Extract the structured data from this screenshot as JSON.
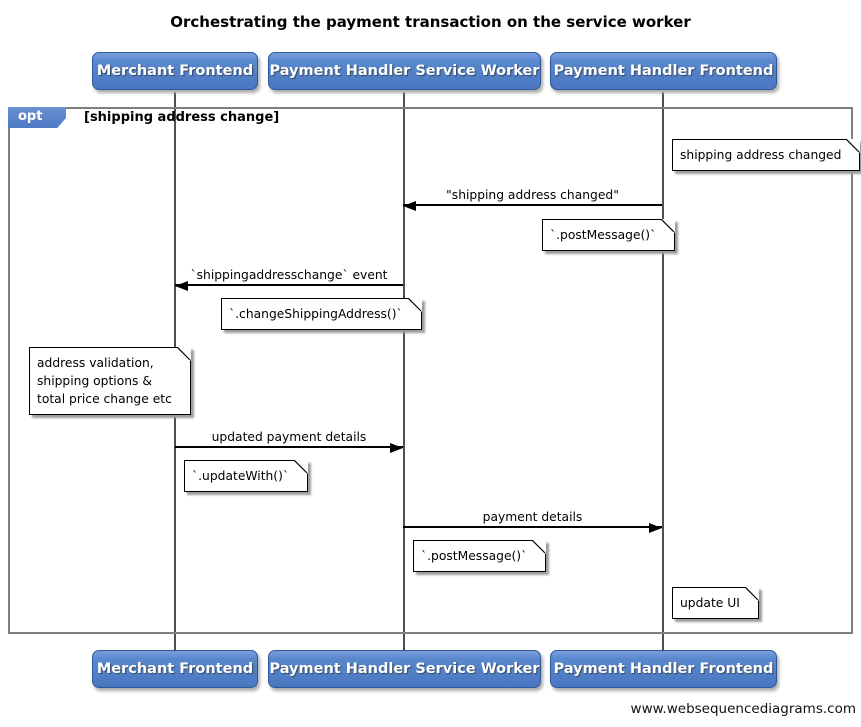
{
  "title": "Orchestrating the payment transaction on the service worker",
  "actors": [
    {
      "id": "merchant-frontend",
      "label": "Merchant Frontend"
    },
    {
      "id": "payment-handler-service-worker",
      "label": "Payment Handler Service Worker"
    },
    {
      "id": "payment-handler-frontend",
      "label": "Payment Handler Frontend"
    }
  ],
  "fragment": {
    "operator": "opt",
    "guard": "[shipping address change]"
  },
  "messages": [
    {
      "label": "\"shipping address changed\"",
      "from": "Payment Handler Frontend",
      "to": "Payment Handler Service Worker",
      "direction": "left"
    },
    {
      "label": "`shippingaddresschange` event",
      "from": "Payment Handler Service Worker",
      "to": "Merchant Frontend",
      "direction": "left"
    },
    {
      "label": "updated payment details",
      "from": "Merchant Frontend",
      "to": "Payment Handler Service Worker",
      "direction": "right"
    },
    {
      "label": "payment details",
      "from": "Payment Handler Service Worker",
      "to": "Payment Handler Frontend",
      "direction": "right"
    }
  ],
  "notes": [
    {
      "text": "shipping address changed",
      "anchor": "Payment Handler Frontend"
    },
    {
      "text": "`.postMessage()`",
      "anchor": "Payment Handler Frontend"
    },
    {
      "text": "`.changeShippingAddress()`",
      "anchor": "Payment Handler Service Worker"
    },
    {
      "lines": [
        "address validation,",
        "shipping options &",
        "total price change etc"
      ],
      "anchor": "Merchant Frontend"
    },
    {
      "text": "`.updateWith()`",
      "anchor": "Merchant Frontend"
    },
    {
      "text": "`.postMessage()`",
      "anchor": "Payment Handler Service Worker"
    },
    {
      "text": "update UI",
      "anchor": "Payment Handler Frontend"
    }
  ],
  "watermark": "www.websequencediagrams.com",
  "colors": {
    "actor_blue": "#4d7ac4",
    "actor_border": "#2d5899",
    "frame_border": "#7f7f7f",
    "lifeline_gray": "#4f4f4f",
    "arrow_black": "#000000",
    "note_white": "#ffffff"
  }
}
